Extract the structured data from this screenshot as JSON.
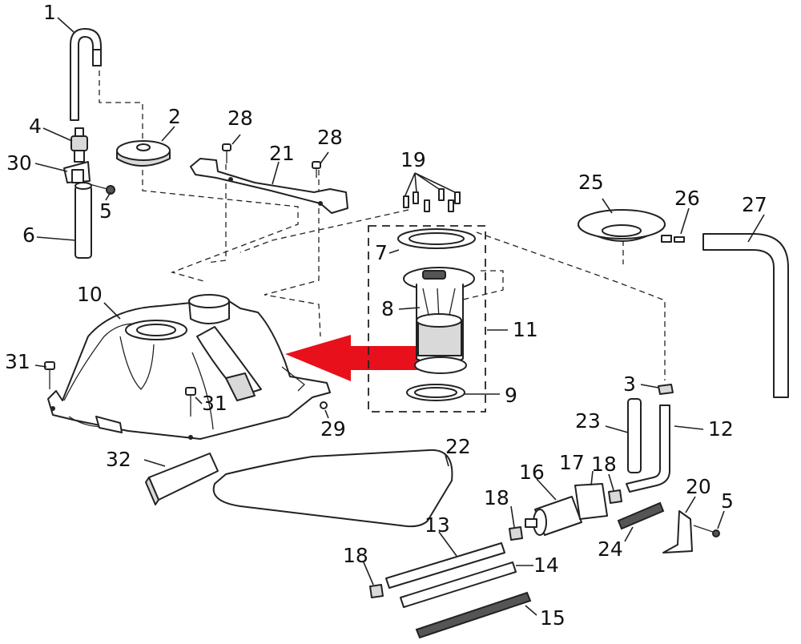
{
  "callouts": {
    "c1": "1",
    "c2": "2",
    "c3": "3",
    "c4": "4",
    "c5a": "5",
    "c5b": "5",
    "c6": "6",
    "c7": "7",
    "c8": "8",
    "c9": "9",
    "c10": "10",
    "c11": "11",
    "c12": "12",
    "c13": "13",
    "c14": "14",
    "c15": "15",
    "c16": "16",
    "c17": "17",
    "c18a": "18",
    "c18b": "18",
    "c18c": "18",
    "c19": "19",
    "c20": "20",
    "c21": "21",
    "c22": "22",
    "c23": "23",
    "c24": "24",
    "c25": "25",
    "c26": "26",
    "c27": "27",
    "c28a": "28",
    "c28b": "28",
    "c29": "29",
    "c30": "30",
    "c31a": "31",
    "c31b": "31",
    "c32": "32"
  },
  "colors": {
    "highlight_arrow": "#e8101a",
    "line": "#222222"
  }
}
